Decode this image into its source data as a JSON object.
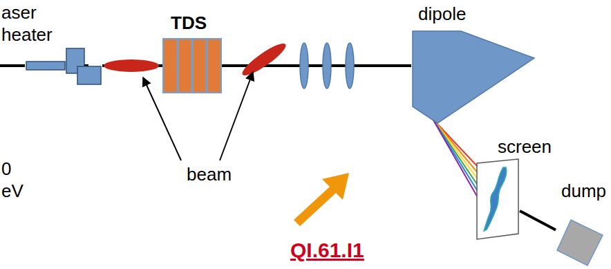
{
  "diagram": {
    "nodes": [
      {
        "text": [
          "aser heater"
        ]
      },
      {
        "text": [
          "TDS"
        ]
      },
      {
        "text": [
          "dipole"
        ]
      },
      {
        "text": [
          "screen"
        ]
      },
      {
        "text": [
          "dump"
        ]
      }
    ],
    "edges": [
      {
        "from": 0,
        "to": 1,
        "arrow": "none"
      },
      {
        "from": 1,
        "to": 2,
        "arrow": "none"
      },
      {
        "from": 3,
        "to": 4,
        "arrow": "none"
      }
    ],
    "labels": [
      "beam",
      "QI.61.I1",
      "0 eV"
    ]
  }
}
